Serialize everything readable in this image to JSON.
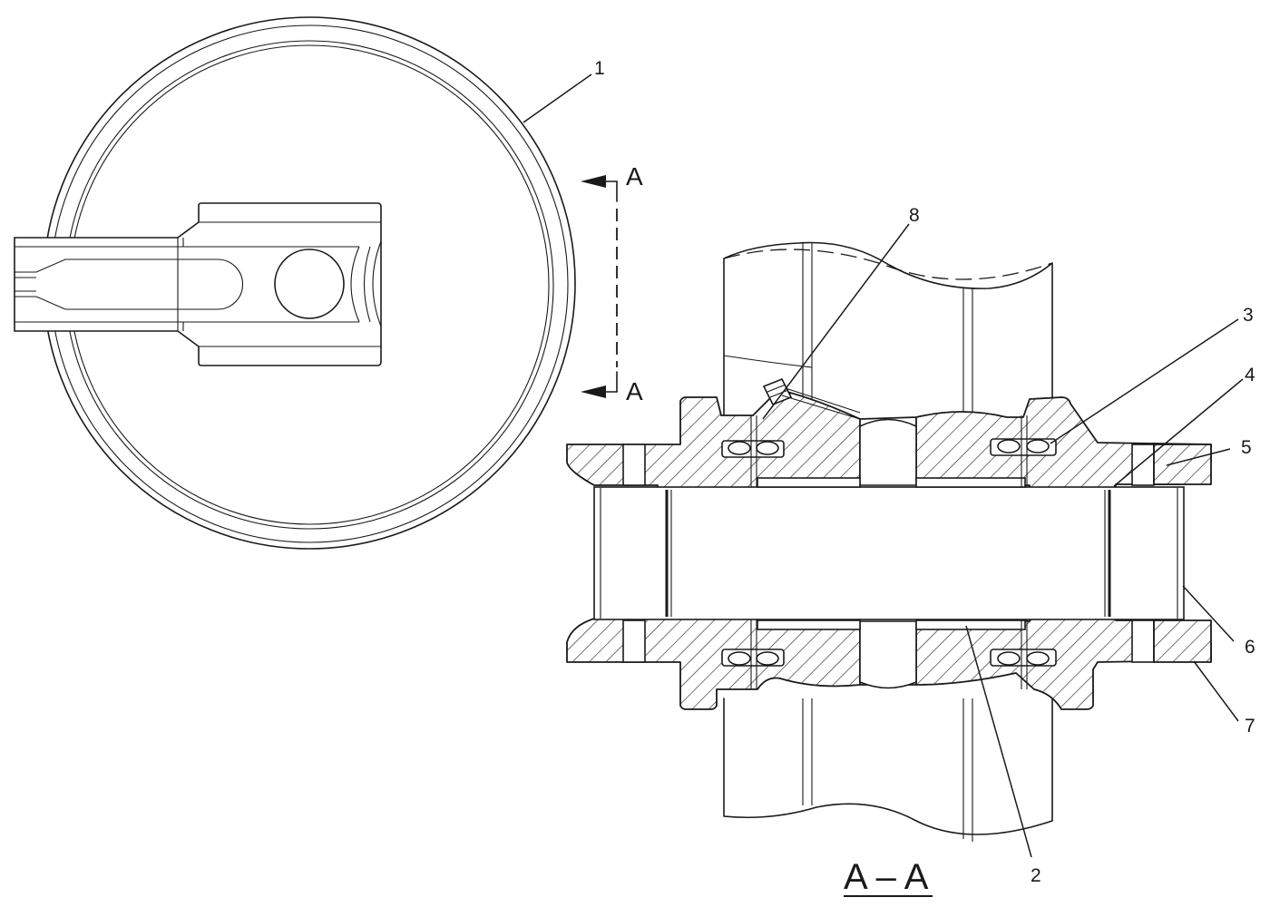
{
  "section_marker": {
    "top_letter": "A",
    "bottom_letter": "A"
  },
  "section_title": "A – A",
  "callouts": [
    {
      "id": "1",
      "label": "1"
    },
    {
      "id": "2",
      "label": "2"
    },
    {
      "id": "3",
      "label": "3"
    },
    {
      "id": "4",
      "label": "4"
    },
    {
      "id": "5",
      "label": "5"
    },
    {
      "id": "6",
      "label": "6"
    },
    {
      "id": "7",
      "label": "7"
    },
    {
      "id": "8",
      "label": "8"
    }
  ]
}
